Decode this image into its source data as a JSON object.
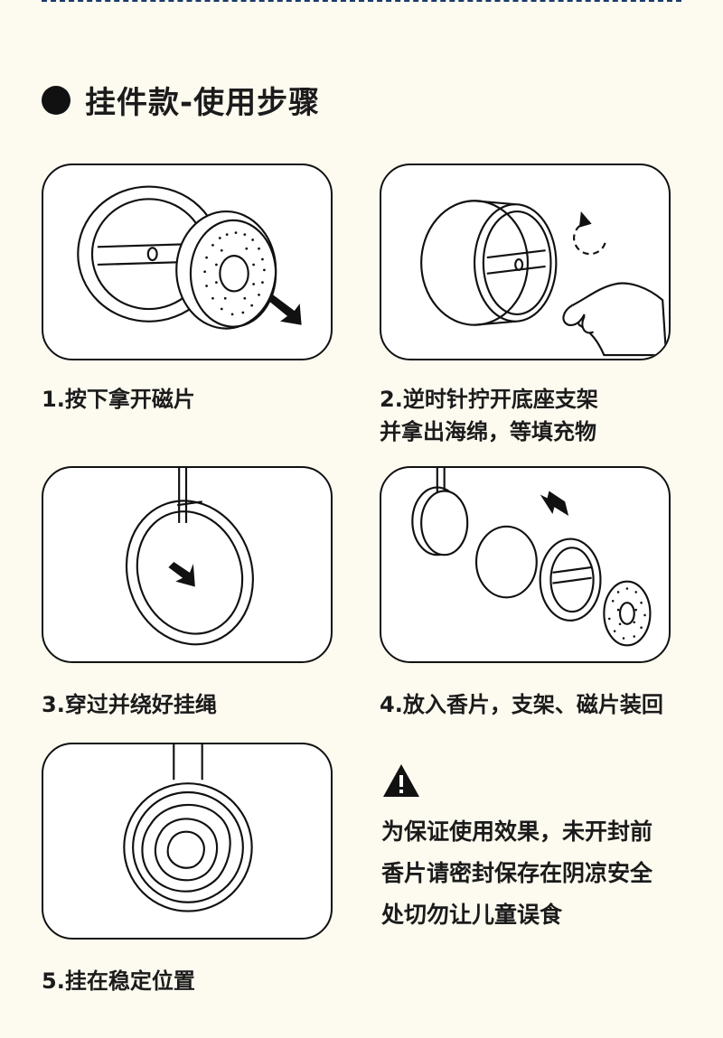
{
  "header": {
    "title": "挂件款-使用步骤"
  },
  "steps": [
    {
      "label": "1.按下拿开磁片"
    },
    {
      "label_line1": "2.逆时针拧开底座支架",
      "label_line2": "并拿出海绵，等填充物"
    },
    {
      "label": "3.穿过并绕好挂绳"
    },
    {
      "label": "4.放入香片，支架、磁片装回"
    },
    {
      "label": "5.挂在稳定位置"
    }
  ],
  "warning": {
    "icon": "warning-triangle-icon",
    "line1": "为保证使用效果，未开封前",
    "line2": "香片请密封保存在阴凉安全",
    "line3": "处切勿让儿童误食"
  },
  "colors": {
    "background": "#fdfbf0",
    "ink": "#111111",
    "panel": "#ffffff",
    "rule": "#1b3a6b"
  }
}
